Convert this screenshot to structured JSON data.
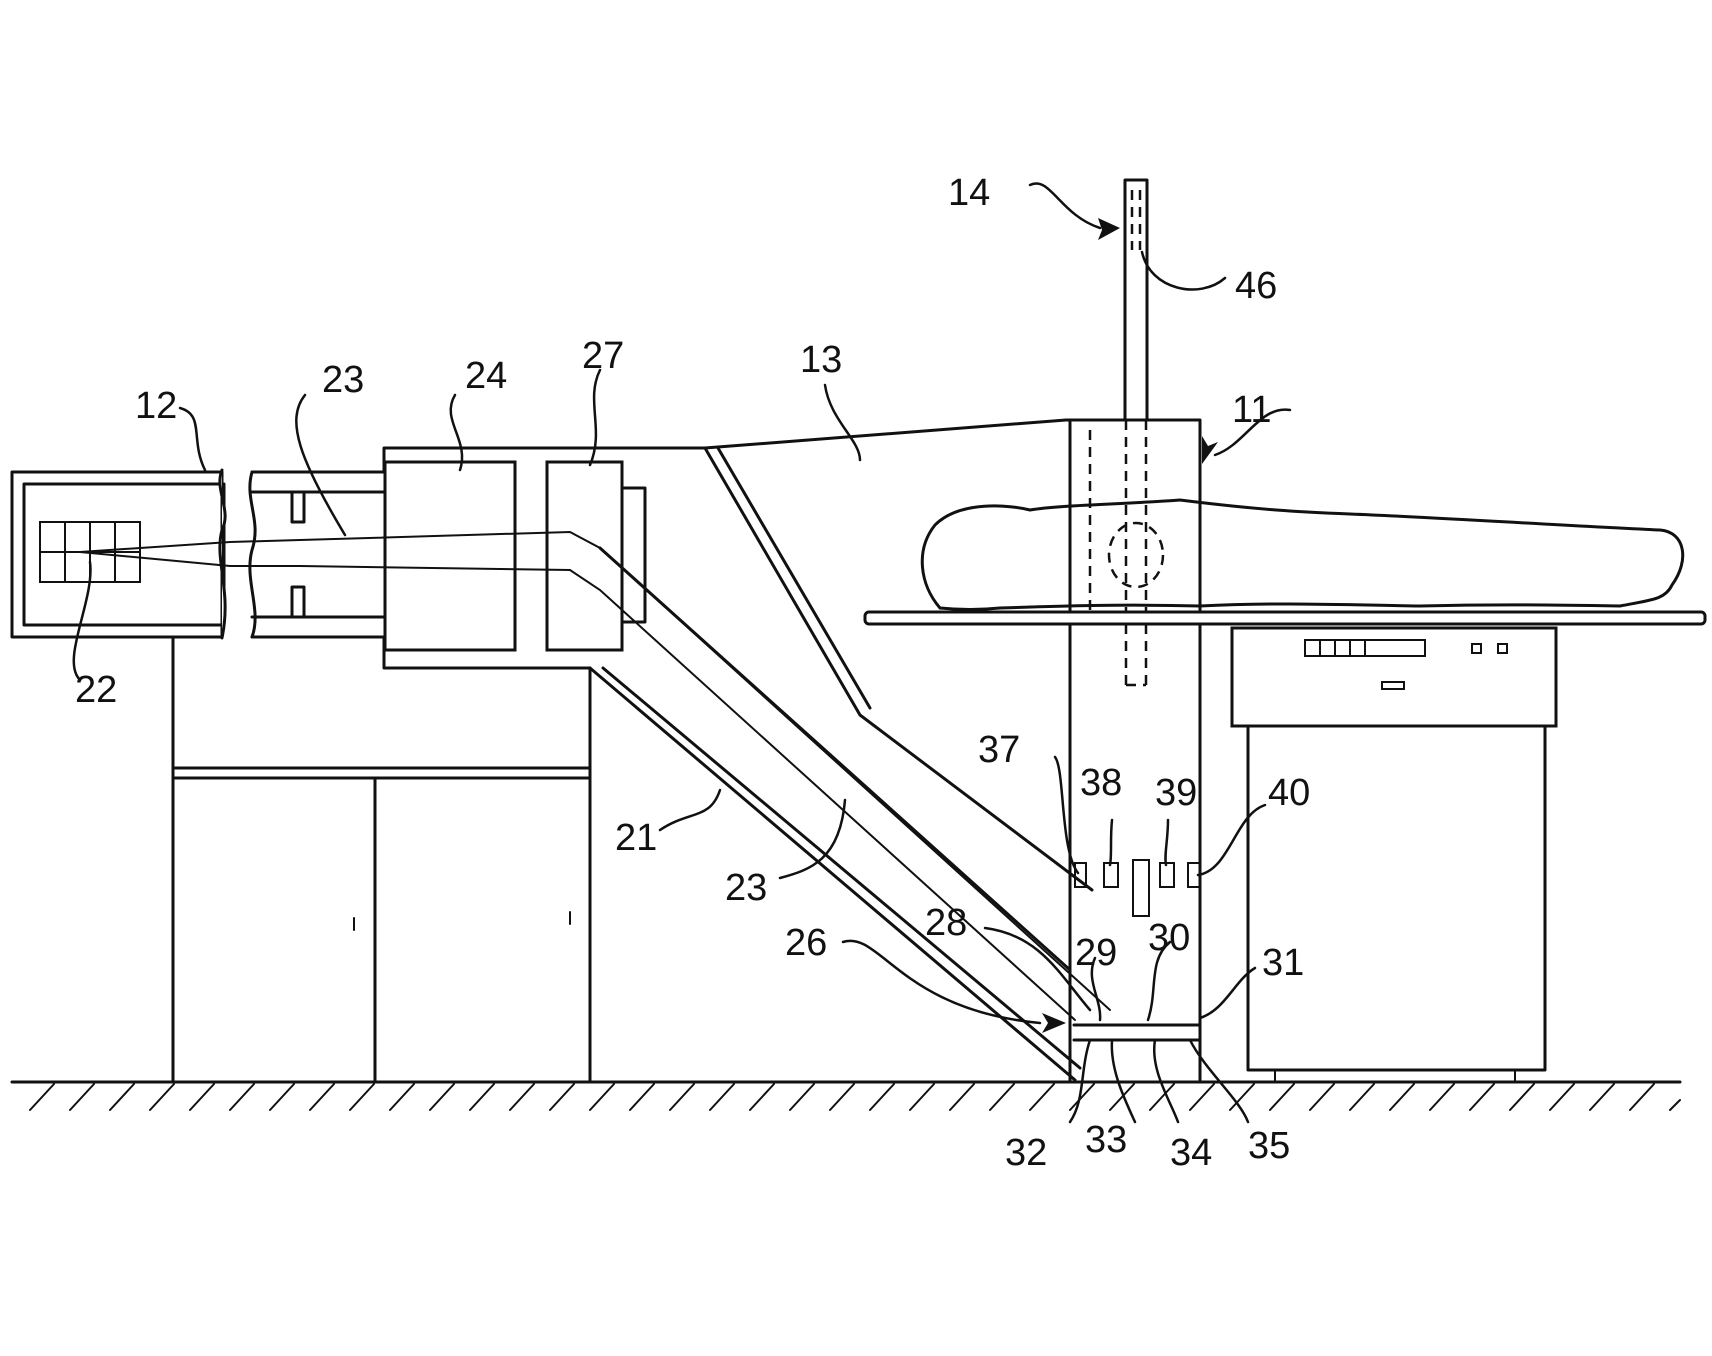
{
  "figure": {
    "labels": {
      "n11": "11",
      "n12": "12",
      "n13": "13",
      "n14": "14",
      "n21": "21",
      "n22": "22",
      "n23a": "23",
      "n23b": "23",
      "n24": "24",
      "n26": "26",
      "n27": "27",
      "n28": "28",
      "n29": "29",
      "n30": "30",
      "n31": "31",
      "n32": "32",
      "n33": "33",
      "n34": "34",
      "n35": "35",
      "n37": "37",
      "n38": "38",
      "n39": "39",
      "n40": "40",
      "n46": "46"
    }
  }
}
